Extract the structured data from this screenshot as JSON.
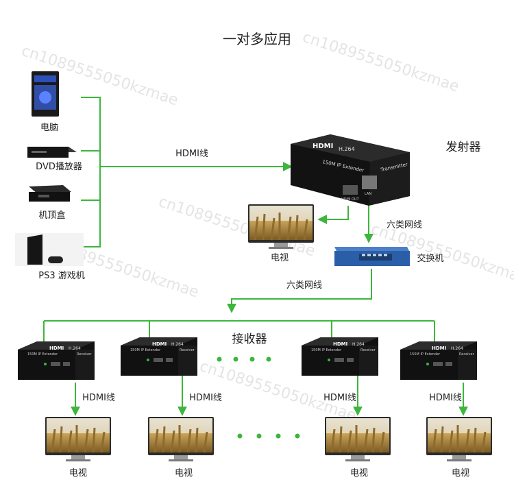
{
  "title": "一对多应用",
  "watermark": "cn1089555050kzmae",
  "colors": {
    "line": "#3cb63c",
    "device": "#1e1e1e",
    "switch": "#2a5fa8"
  },
  "sources": {
    "pc": "电脑",
    "dvd": "DVD播放器",
    "stb": "机顶盒",
    "ps3": "PS3 游戏机"
  },
  "transmitter": {
    "label": "发射器",
    "brand": "HDMI",
    "codec": "H.264",
    "model": "150M IP Extender",
    "role": "Transmitter",
    "port_hdmi": "HDMI OUT",
    "port_lan": "LAN"
  },
  "links": {
    "hdmi_in": "HDMI线",
    "cat6_top": "六类网线",
    "cat6_bottom": "六类网线"
  },
  "local_tv": "电视",
  "switch_label": "交换机",
  "receivers_label": "接收器",
  "receivers": [
    {
      "hdmi": "HDMI线",
      "tv": "电视",
      "brand": "HDMI",
      "codec": "H.264",
      "model": "150M IP Extender",
      "role": "Receiver"
    },
    {
      "hdmi": "HDMI线",
      "tv": "电视",
      "brand": "HDMI",
      "codec": "H.264",
      "model": "150M IP Extender",
      "role": "Receiver"
    },
    {
      "hdmi": "HDMI线",
      "tv": "电视",
      "brand": "HDMI",
      "codec": "H.264",
      "model": "150M IP Extender",
      "role": "Receiver"
    },
    {
      "hdmi": "HDMI线",
      "tv": "电视",
      "brand": "HDMI",
      "codec": "H.264",
      "model": "150M IP Extender",
      "role": "Receiver"
    }
  ]
}
